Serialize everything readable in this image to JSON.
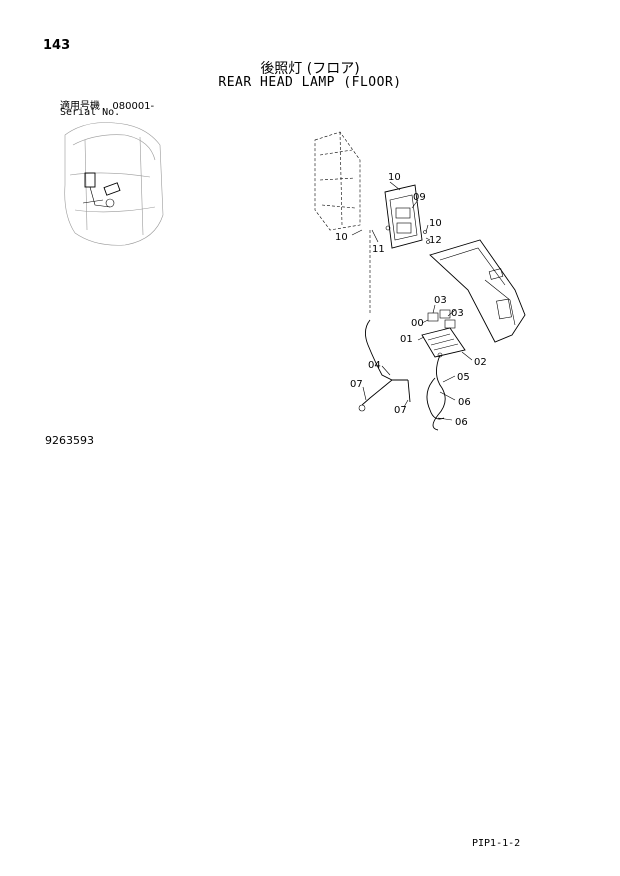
{
  "header": {
    "page_number": "143",
    "title_jp": "後照灯 (フロア)",
    "title_en": "REAR HEAD LAMP (FLOOR)",
    "serial_label_jp": "適用号機",
    "serial_value": "080001-",
    "serial_label_en": "Serial No."
  },
  "diagram": {
    "callouts": {
      "c10a": "10",
      "c09": "09",
      "c10b": "10",
      "c10c": "10",
      "c11": "11",
      "c12": "12",
      "c03a": "03",
      "c03b": "03",
      "c00": "00",
      "c01": "01",
      "c02": "02",
      "c04": "04",
      "c05": "05",
      "c07a": "07",
      "c07b": "07",
      "c06a": "06",
      "c06b": "06"
    }
  },
  "footer": {
    "drawing_number": "9263593",
    "page_code": "PIP1-1-2"
  }
}
